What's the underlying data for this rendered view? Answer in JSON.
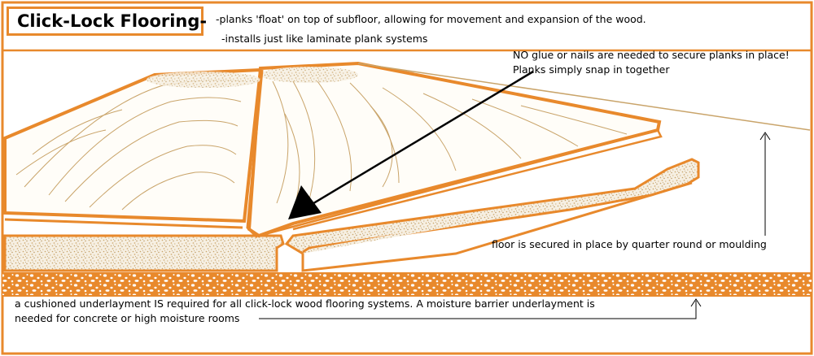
{
  "title": "Click-Lock Flooring-",
  "notes": {
    "float": "-planks 'float' on top of subfloor, allowing for movement and expansion of the wood.",
    "installs": "-installs just like laminate plank systems",
    "no_glue_1": "NO glue or nails are needed to secure planks in place!",
    "no_glue_2": "Planks simply snap in together",
    "secured": "floor is secured in place by quarter round or moulding",
    "underlay_1": "a cushioned underlayment IS required for all click-lock wood flooring systems. A moisture barrier underlayment is",
    "underlay_2": "needed for concrete or high moisture rooms"
  },
  "colors": {
    "accent": "#e8892c",
    "grain": "#c9a46a",
    "speckle": "#c8a468",
    "line": "#000000"
  }
}
